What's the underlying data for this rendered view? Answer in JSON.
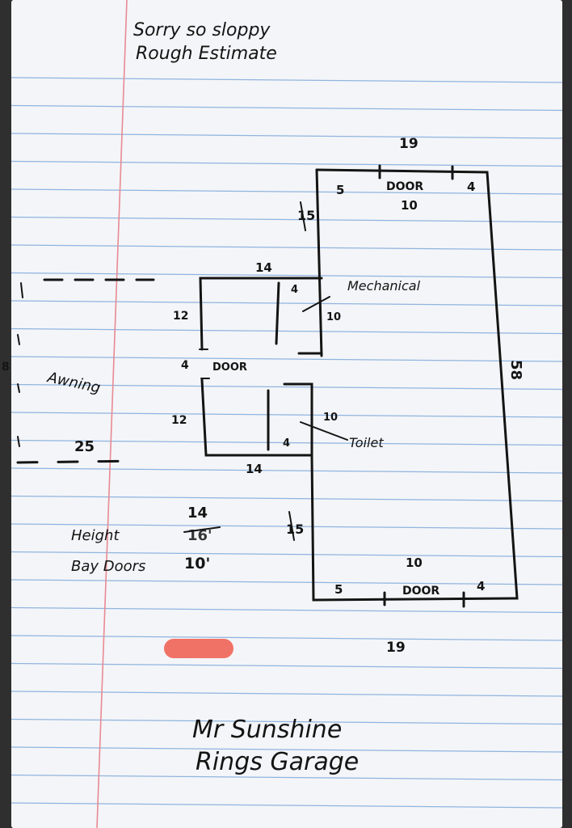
{
  "note": {
    "line1": "Sorry so sloppy",
    "line2": "Rough Estimate"
  },
  "plan": {
    "top_width": "19",
    "top_door_left": "5",
    "top_door_label": "DOOR",
    "top_door_right": "4",
    "top_door_width": "10",
    "right_side": "58",
    "upper_left_side": "15",
    "lower_left_side": "15",
    "bottom_door_left": "5",
    "bottom_door_label": "DOOR",
    "bottom_door_right": "4",
    "bottom_door_width": "10",
    "bottom_width": "19",
    "bump_top": "14",
    "bump_bottom": "14",
    "bump_upper_side": "12",
    "bump_lower_side": "12",
    "bump_door_size": "4",
    "bump_door_label": "DOOR",
    "mechanical_label": "Mechanical",
    "mechanical_width": "4",
    "mechanical_length": "10",
    "toilet_label": "Toilet",
    "toilet_width": "4",
    "toilet_length": "10"
  },
  "awning": {
    "label": "Awning",
    "width": "25",
    "side": "8"
  },
  "specs": {
    "height_label": "Height",
    "height_value": "14",
    "height_crossed": "16'",
    "bay_doors_label": "Bay Doors",
    "bay_doors_value": "10'"
  },
  "signature": {
    "line1": "Mr Sunshine",
    "line2": "Rings Garage"
  },
  "colors": {
    "paper": "#f4f5f8",
    "rule_line": "#8fb4df",
    "margin_line": "#e88a93",
    "ink": "#141414",
    "highlighter": "#ef5a4c"
  }
}
